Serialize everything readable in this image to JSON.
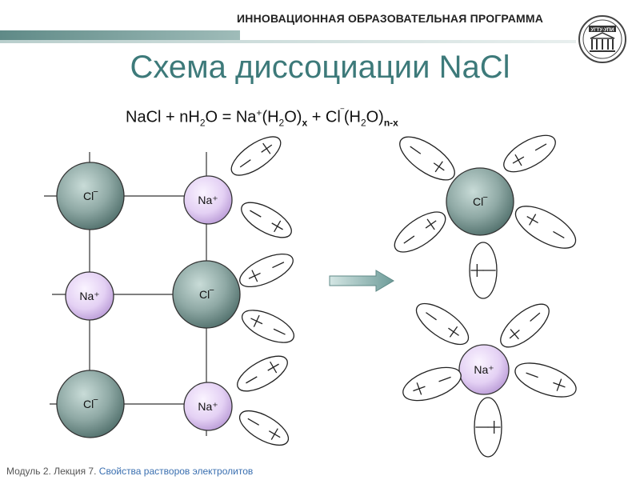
{
  "header": {
    "program_title": "ИННОВАЦИОННАЯ ОБРАЗОВАТЕЛЬНАЯ ПРОГРАММА",
    "logo_text": "УГТУ-УПИ"
  },
  "slide": {
    "title": "Схема диссоциации NaCl"
  },
  "equation": {
    "p1": "NaCl + nH",
    "s1": "2",
    "p2": "O = Na",
    "sup1": "+",
    "p3": "(H",
    "s2": "2",
    "p4": "O)",
    "s3": "x",
    "p5": " + Cl",
    "sup2": "‾",
    "p6": "(H",
    "s4": "2",
    "p7": "O)",
    "s5": "n-x"
  },
  "labels": {
    "cl": "Cl‾",
    "na": "Na⁺"
  },
  "footer": {
    "module": "Модуль 2. Лекция 7.",
    "topic": "Свойства растворов электролитов"
  }
}
